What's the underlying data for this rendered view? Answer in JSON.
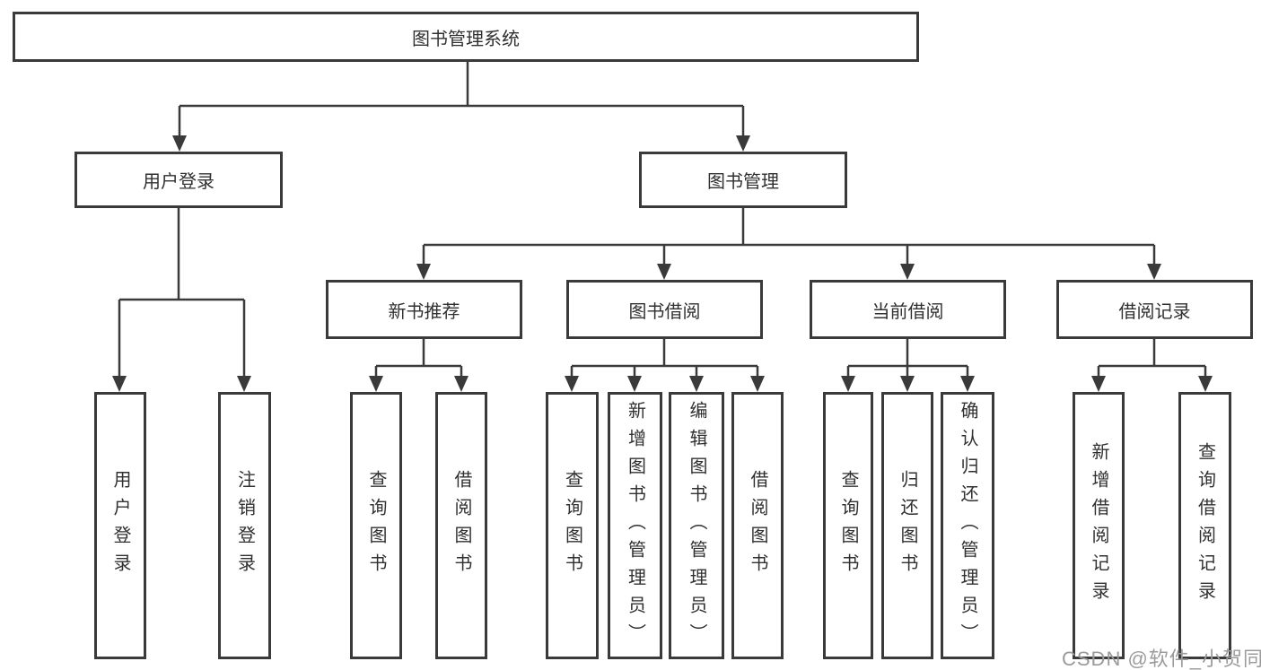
{
  "diagram": {
    "tree": {
      "root": {
        "label": "图书管理系统",
        "children": [
          {
            "label": "用户登录",
            "children": [
              {
                "label": "用户登录"
              },
              {
                "label": "注销登录"
              }
            ]
          },
          {
            "label": "图书管理",
            "children": [
              {
                "label": "新书推荐",
                "children": [
                  {
                    "label": "查询图书"
                  },
                  {
                    "label": "借阅图书"
                  }
                ]
              },
              {
                "label": "图书借阅",
                "children": [
                  {
                    "label": "查询图书"
                  },
                  {
                    "label": "新增图书（管理员）"
                  },
                  {
                    "label": "编辑图书（管理员）"
                  },
                  {
                    "label": "借阅图书"
                  }
                ]
              },
              {
                "label": "当前借阅",
                "children": [
                  {
                    "label": "查询图书"
                  },
                  {
                    "label": "归还图书"
                  },
                  {
                    "label": "确认归还（管理员）"
                  }
                ]
              },
              {
                "label": "借阅记录",
                "children": [
                  {
                    "label": "新增借阅记录"
                  },
                  {
                    "label": "查询借阅记录"
                  }
                ]
              }
            ]
          }
        ]
      }
    },
    "colors": {
      "line": "#3a3a3a",
      "text": "#303030",
      "background": "#ffffff",
      "watermark": "#9b9b9b"
    }
  },
  "watermark": {
    "text": "CSDN @软件_小贺同学"
  }
}
